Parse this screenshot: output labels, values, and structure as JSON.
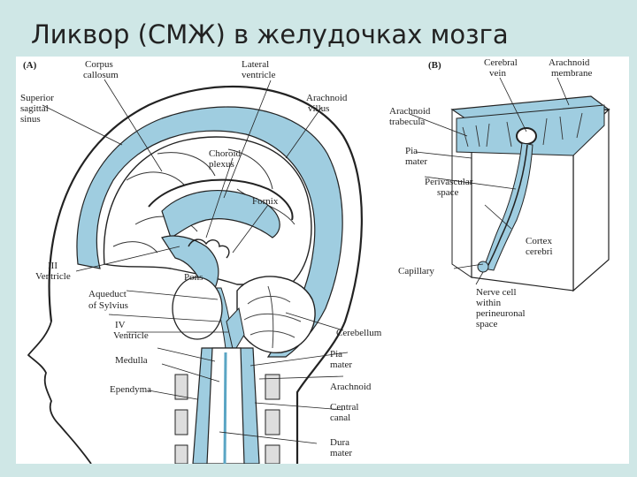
{
  "slide": {
    "title": "Ликвор (СМЖ) в желудочках мозга"
  },
  "panel_a": {
    "tag": "(A)",
    "labels": {
      "corpus_1": "Corpus",
      "corpus_2": "callosum",
      "lateral_1": "Lateral",
      "lateral_2": "ventricle",
      "superior_1": "Superior",
      "superior_2": "sagittal",
      "superior_3": "sinus",
      "arachnoid_villus_1": "Arachnoid",
      "arachnoid_villus_2": "villus",
      "choroid_1": "Choroid",
      "choroid_2": "plexus",
      "fornix": "Fornix",
      "iii_1": "III",
      "iii_2": "Ventricle",
      "pons": "Pons",
      "aqueduct_1": "Aqueduct",
      "aqueduct_2": "of Sylvius",
      "iv_1": "IV",
      "iv_2": "Ventricle",
      "medulla": "Medulla",
      "ependyma": "Ependyma",
      "cerebellum": "Cerebellum",
      "pia_1": "Pia",
      "pia_2": "mater",
      "arachnoid": "Arachnoid",
      "central_1": "Central",
      "central_2": "canal",
      "dura_1": "Dura",
      "dura_2": "mater"
    }
  },
  "panel_b": {
    "tag": "(B)",
    "labels": {
      "cerebral_vein_1": "Cerebral",
      "cerebral_vein_2": "vein",
      "arachnoid_membrane_1": "Arachnoid",
      "arachnoid_membrane_2": "membrane",
      "arachnoid_trabecula_1": "Arachnoid",
      "arachnoid_trabecula_2": "trabecula",
      "pia_1": "Pia",
      "pia_2": "mater",
      "perivascular_1": "Perivascular",
      "perivascular_2": "space",
      "cortex_1": "Cortex",
      "cortex_2": "cerebri",
      "capillary": "Capillary",
      "nerve_1": "Nerve cell",
      "nerve_2": "within",
      "nerve_3": "perineuronal",
      "nerve_4": "space"
    }
  },
  "colors": {
    "csf": "#9fcde0",
    "outline": "#222222",
    "background": "#cfe7e6",
    "panel": "#ffffff"
  }
}
